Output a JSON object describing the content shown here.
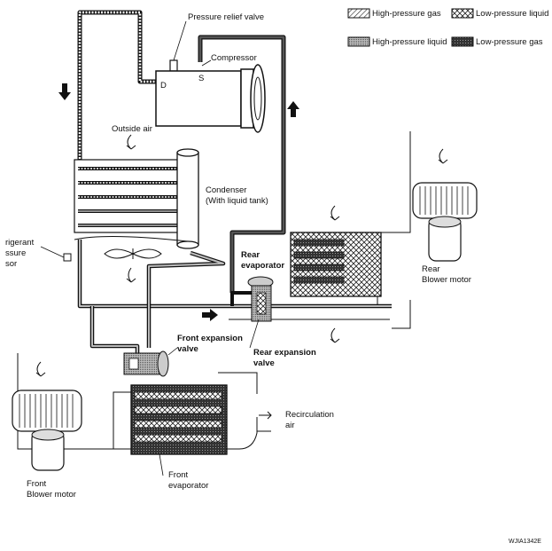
{
  "legend": {
    "hp_gas": "High-pressure gas",
    "lp_liquid": "Low-pressure liquid",
    "hp_liquid": "High-pressure liquid",
    "lp_gas": "Low-pressure gas"
  },
  "labels": {
    "pressure_relief_valve": "Pressure relief valve",
    "compressor": "Compressor",
    "d_port": "D",
    "s_port": "S",
    "outside_air": "Outside air",
    "condenser_1": "Condenser",
    "condenser_2": "(With liquid tank)",
    "sensor_1": "rigerant",
    "sensor_2": "ssure",
    "sensor_3": "sor",
    "rear_evap_1": "Rear",
    "rear_evap_2": "evaporator",
    "rear_blower_1": "Rear",
    "rear_blower_2": "Blower motor",
    "front_exp_1": "Front expansion",
    "front_exp_2": "valve",
    "rear_exp_1": "Rear expansion",
    "rear_exp_2": "valve",
    "recirc_1": "Recirculation",
    "recirc_2": "air",
    "front_evap_1": "Front",
    "front_evap_2": "evaporator",
    "front_blower_1": "Front",
    "front_blower_2": "Blower motor",
    "code": "WJIA1342E"
  }
}
